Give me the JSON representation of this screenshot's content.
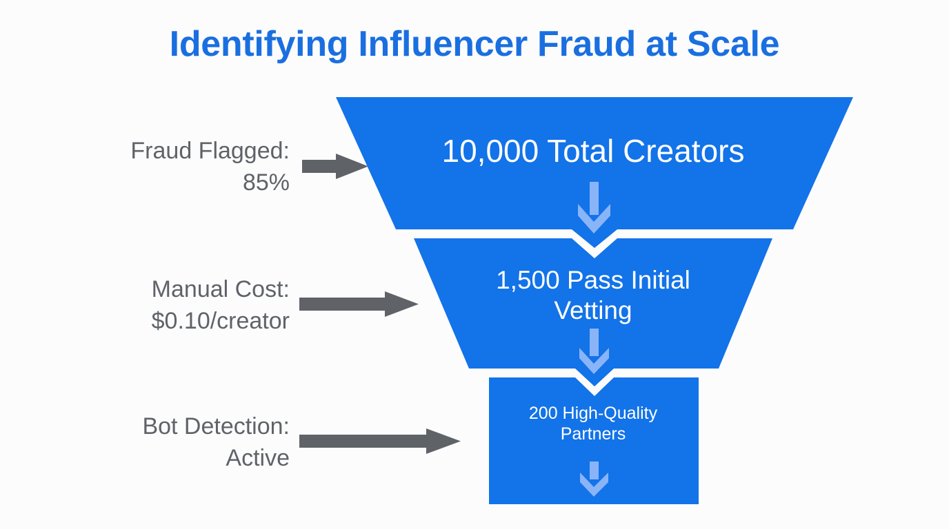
{
  "title": "Identifying Influencer Fraud at Scale",
  "colors": {
    "background": "#fcfcfd",
    "title": "#1a6fe0",
    "funnel": "#1373e8",
    "funnel_text": "#ffffff",
    "inner_arrow": "#8ab4f8",
    "label_text": "#5f6368",
    "connector_arrow": "#5f6368"
  },
  "chart_data": {
    "type": "funnel",
    "title": "Identifying Influencer Fraud at Scale",
    "stages": [
      {
        "label": "10,000 Total Creators",
        "value": 10000,
        "entity": "Total Creators",
        "annotation_label": "Fraud Flagged:",
        "annotation_value": "85%"
      },
      {
        "label": "1,500 Pass Initial Vetting",
        "value": 1500,
        "entity": "Pass Initial Vetting",
        "annotation_label": "Manual Cost:",
        "annotation_value": "$0.10/creator"
      },
      {
        "label": "200 High-Quality Partners",
        "value": 200,
        "entity": "High-Quality Partners",
        "annotation_label": "Bot Detection:",
        "annotation_value": "Active"
      }
    ]
  },
  "funnel": {
    "stages": [
      {
        "text": "10,000 Total Creators"
      },
      {
        "text": "1,500 Pass Initial\nVetting"
      },
      {
        "text": "200 High-Quality\nPartners"
      }
    ]
  },
  "side_labels": [
    {
      "text": "Fraud Flagged:\n85%"
    },
    {
      "text": "Manual Cost:\n$0.10/creator"
    },
    {
      "text": "Bot Detection:\nActive"
    }
  ]
}
